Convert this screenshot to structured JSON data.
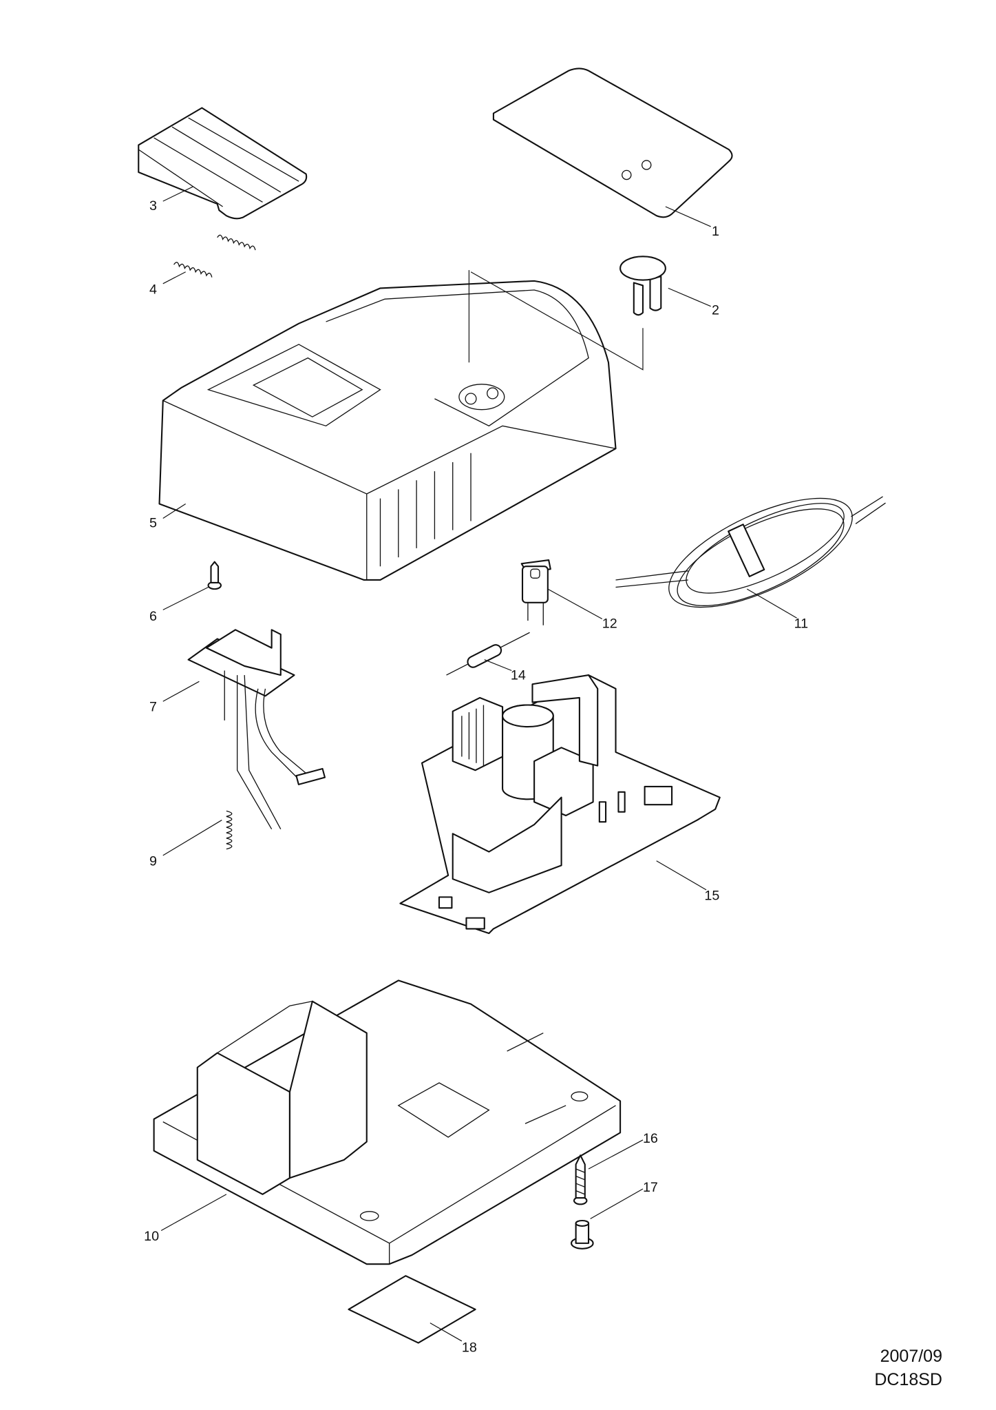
{
  "diagram": {
    "callouts": [
      "1",
      "2",
      "3",
      "4",
      "5",
      "6",
      "7",
      "9",
      "10",
      "11",
      "12",
      "14",
      "15",
      "16",
      "17",
      "18"
    ]
  },
  "footer": {
    "date": "2007/09",
    "model": "DC18SD"
  }
}
